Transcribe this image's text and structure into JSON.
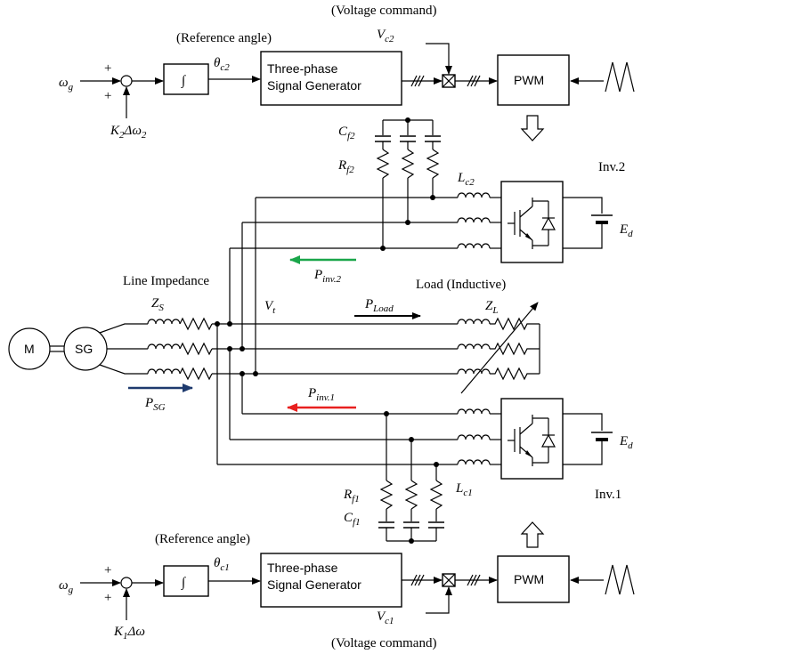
{
  "labels": {
    "voltage_command_top": "(Voltage command)",
    "reference_angle_top": "(Reference angle)",
    "voltage_command_bottom": "(Voltage command)",
    "reference_angle_bottom": "(Reference angle)",
    "line_impedance": "Line Impedance",
    "load_inductive": "Load (Inductive)",
    "inv2": "Inv.2",
    "inv1": "Inv.1"
  },
  "blocks": {
    "integrator": "∫",
    "signal_gen_line1": "Three-phase",
    "signal_gen_line2": "Signal Generator",
    "pwm": "PWM",
    "motor": "M",
    "generator": "SG"
  },
  "symbols": {
    "omega_g": "ω",
    "omega_g_sub": "g",
    "k2_dw2": "K",
    "k2_sub": "2",
    "k2_rest": "Δω",
    "k2_rest_sub": "2",
    "k1_dw": "K",
    "k1_sub": "1",
    "k1_rest": "Δω",
    "theta_c2": "θ",
    "theta_c2_sub": "c2",
    "theta_c1": "θ",
    "theta_c1_sub": "c1",
    "vc2": "V",
    "vc2_sub": "c2",
    "vc1": "V",
    "vc1_sub": "c1",
    "cf2": "C",
    "cf2_sub": "f2",
    "rf2": "R",
    "rf2_sub": "f2",
    "cf1": "C",
    "cf1_sub": "f1",
    "rf1": "R",
    "rf1_sub": "f1",
    "lc2": "L",
    "lc2_sub": "c2",
    "lc1": "L",
    "lc1_sub": "c1",
    "ed": "E",
    "ed_sub": "d",
    "zs": "Z",
    "zs_sub": "S",
    "zl": "Z",
    "zl_sub": "L",
    "vt": "V",
    "vt_sub": "t",
    "p_inv2": "P",
    "p_inv2_sub": "inv.2",
    "p_inv1": "P",
    "p_inv1_sub": "inv.1",
    "p_load": "P",
    "p_load_sub": "Load",
    "p_sg": "P",
    "p_sg_sub": "SG",
    "plus": "+"
  },
  "colors": {
    "p_inv2_arrow": "#1aa64a",
    "p_inv1_arrow": "#e8201f",
    "p_sg_arrow": "#1e3a6e",
    "p_load_arrow": "#000000"
  }
}
